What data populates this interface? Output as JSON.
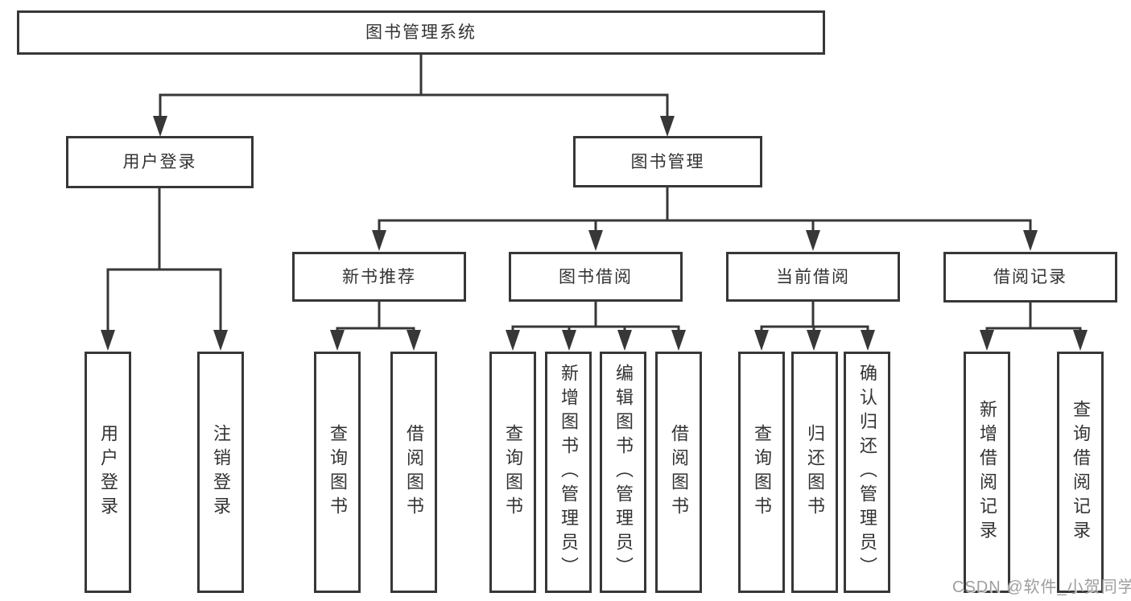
{
  "diagram": {
    "root": {
      "id": "library-management-system",
      "label": "图书管理系统"
    },
    "level2": [
      {
        "id": "user-login",
        "label": "用户登录",
        "parent": "图书管理系统"
      },
      {
        "id": "book-management",
        "label": "图书管理",
        "parent": "图书管理系统"
      }
    ],
    "level3": [
      {
        "id": "new-book-recommend",
        "label": "新书推荐",
        "parent": "图书管理"
      },
      {
        "id": "book-borrowing",
        "label": "图书借阅",
        "parent": "图书管理"
      },
      {
        "id": "current-borrowing",
        "label": "当前借阅",
        "parent": "图书管理"
      },
      {
        "id": "borrowing-records",
        "label": "借阅记录",
        "parent": "图书管理"
      }
    ],
    "level4": [
      {
        "id": "user-login-func",
        "label": "用户登录",
        "parent": "用户登录"
      },
      {
        "id": "logout",
        "label": "注销登录",
        "parent": "用户登录"
      },
      {
        "id": "query-books-recommend",
        "label": "查询图书",
        "parent": "新书推荐"
      },
      {
        "id": "borrow-books-recommend",
        "label": "借阅图书",
        "parent": "新书推荐"
      },
      {
        "id": "query-books-borrowing",
        "label": "查询图书",
        "parent": "图书借阅"
      },
      {
        "id": "add-books-admin",
        "label": "新增图书（管理员）",
        "parent": "图书借阅"
      },
      {
        "id": "edit-books-admin",
        "label": "编辑图书（管理员）",
        "parent": "图书借阅"
      },
      {
        "id": "borrow-books-borrowing",
        "label": "借阅图书",
        "parent": "图书借阅"
      },
      {
        "id": "query-books-current",
        "label": "查询图书",
        "parent": "当前借阅"
      },
      {
        "id": "return-books",
        "label": "归还图书",
        "parent": "当前借阅"
      },
      {
        "id": "confirm-return-admin",
        "label": "确认归还（管理员）",
        "parent": "当前借阅"
      },
      {
        "id": "add-borrow-record",
        "label": "新增借阅记录",
        "parent": "借阅记录"
      },
      {
        "id": "query-borrow-record",
        "label": "查询借阅记录",
        "parent": "借阅记录"
      }
    ]
  },
  "watermark": {
    "text": "CSDN @软件_小贺同学"
  },
  "colors": {
    "line": "#373737",
    "text": "#333333",
    "box_fill": "#ffffff",
    "background": "#ffffff",
    "watermark": "#9e9e9e"
  }
}
